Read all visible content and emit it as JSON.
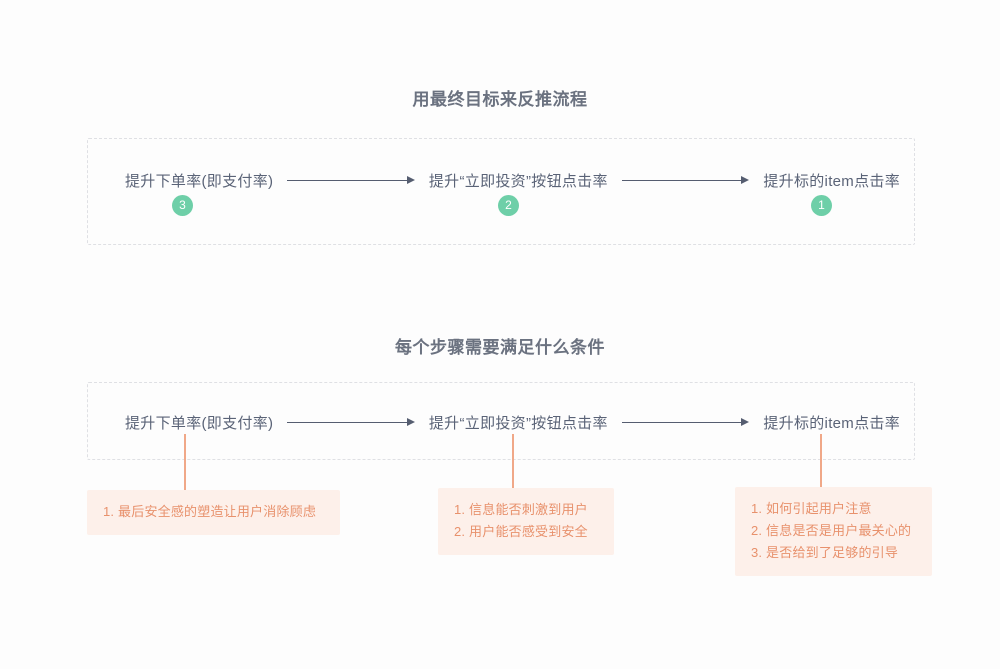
{
  "page": {
    "background": "#fdfdfd",
    "accent_green": "#6ecfa8",
    "accent_orange": "#e8916c",
    "card_background": "#fdf0ea",
    "text_color": "#5a6377"
  },
  "sections": [
    {
      "title": "用最终目标来反推流程"
    },
    {
      "title": "每个步骤需要满足什么条件"
    }
  ],
  "flow": {
    "nodes": [
      {
        "label": "提升下单率(即支付率)",
        "badge": "3"
      },
      {
        "label": "提升“立即投资”按钮点击率",
        "badge": "2"
      },
      {
        "label": "提升标的item点击率",
        "badge": "1"
      }
    ]
  },
  "conditions": {
    "cards": [
      {
        "items": [
          "1. 最后安全感的塑造让用户消除顾虑"
        ]
      },
      {
        "items": [
          "1. 信息能否刺激到用户",
          "2. 用户能否感受到安全"
        ]
      },
      {
        "items": [
          "1. 如何引起用户注意",
          "2. 信息是否是用户最关心的",
          "3. 是否给到了足够的引导"
        ]
      }
    ]
  }
}
